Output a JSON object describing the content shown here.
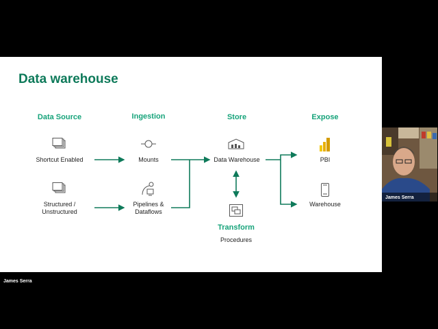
{
  "slide": {
    "title": "Data warehouse",
    "columns": {
      "source": "Data Source",
      "ingestion": "Ingestion",
      "store": "Store",
      "expose": "Expose"
    },
    "nodes": {
      "shortcut": "Shortcut Enabled",
      "structured_1": "Structured /",
      "structured_2": "Unstructured",
      "mounts": "Mounts",
      "pipelines_1": "Pipelines &",
      "pipelines_2": "Dataflows",
      "data_warehouse": "Data Warehouse",
      "transform_title": "Transform",
      "procedures": "Procedures",
      "pbi": "PBI",
      "warehouse": "Warehouse"
    },
    "colors": {
      "title": "#0e7a5a",
      "heading": "#16a37a",
      "arrow": "#0e7a5a"
    }
  },
  "participants": {
    "speaker_tile_name": "James Serra",
    "active_speaker": "James Serra"
  }
}
